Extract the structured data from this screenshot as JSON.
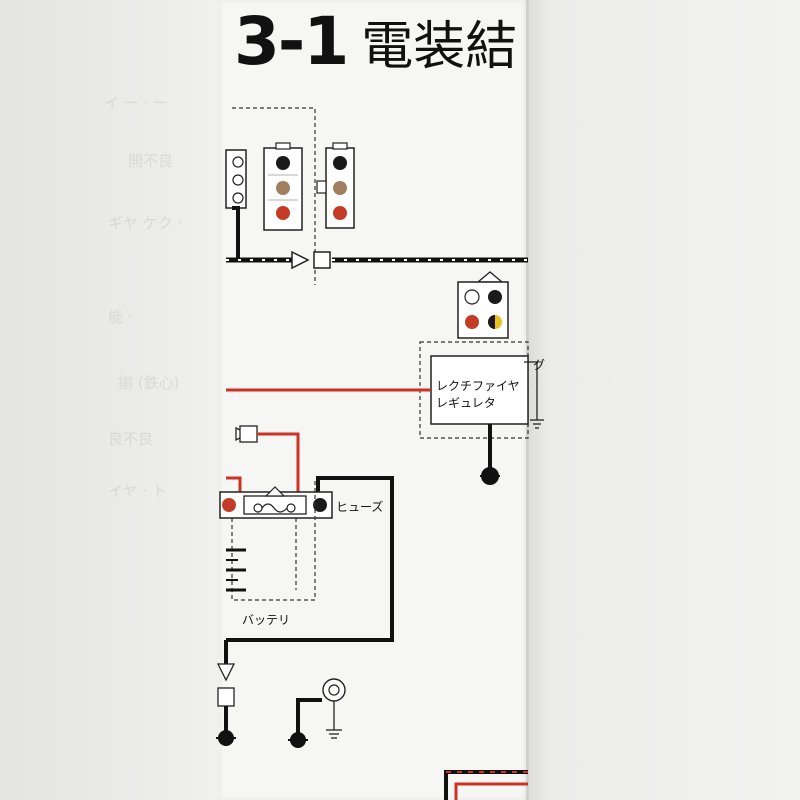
{
  "heading": {
    "number": "3-1",
    "title": "電装結"
  },
  "labels": {
    "rectifier_line1": "レクチファイヤ",
    "rectifier_line2": "レギュレタ",
    "ground_mark": "グ",
    "fuse": "ヒューズ",
    "battery": "バッテリ"
  },
  "colors": {
    "wire_black": "#111111",
    "wire_red": "#cc3322",
    "terminal_black": "#1a1a1a",
    "terminal_brown": "#a08060",
    "terminal_red": "#c43c28",
    "terminal_yellow": "#e8c020",
    "page": "#f6f6f5"
  }
}
